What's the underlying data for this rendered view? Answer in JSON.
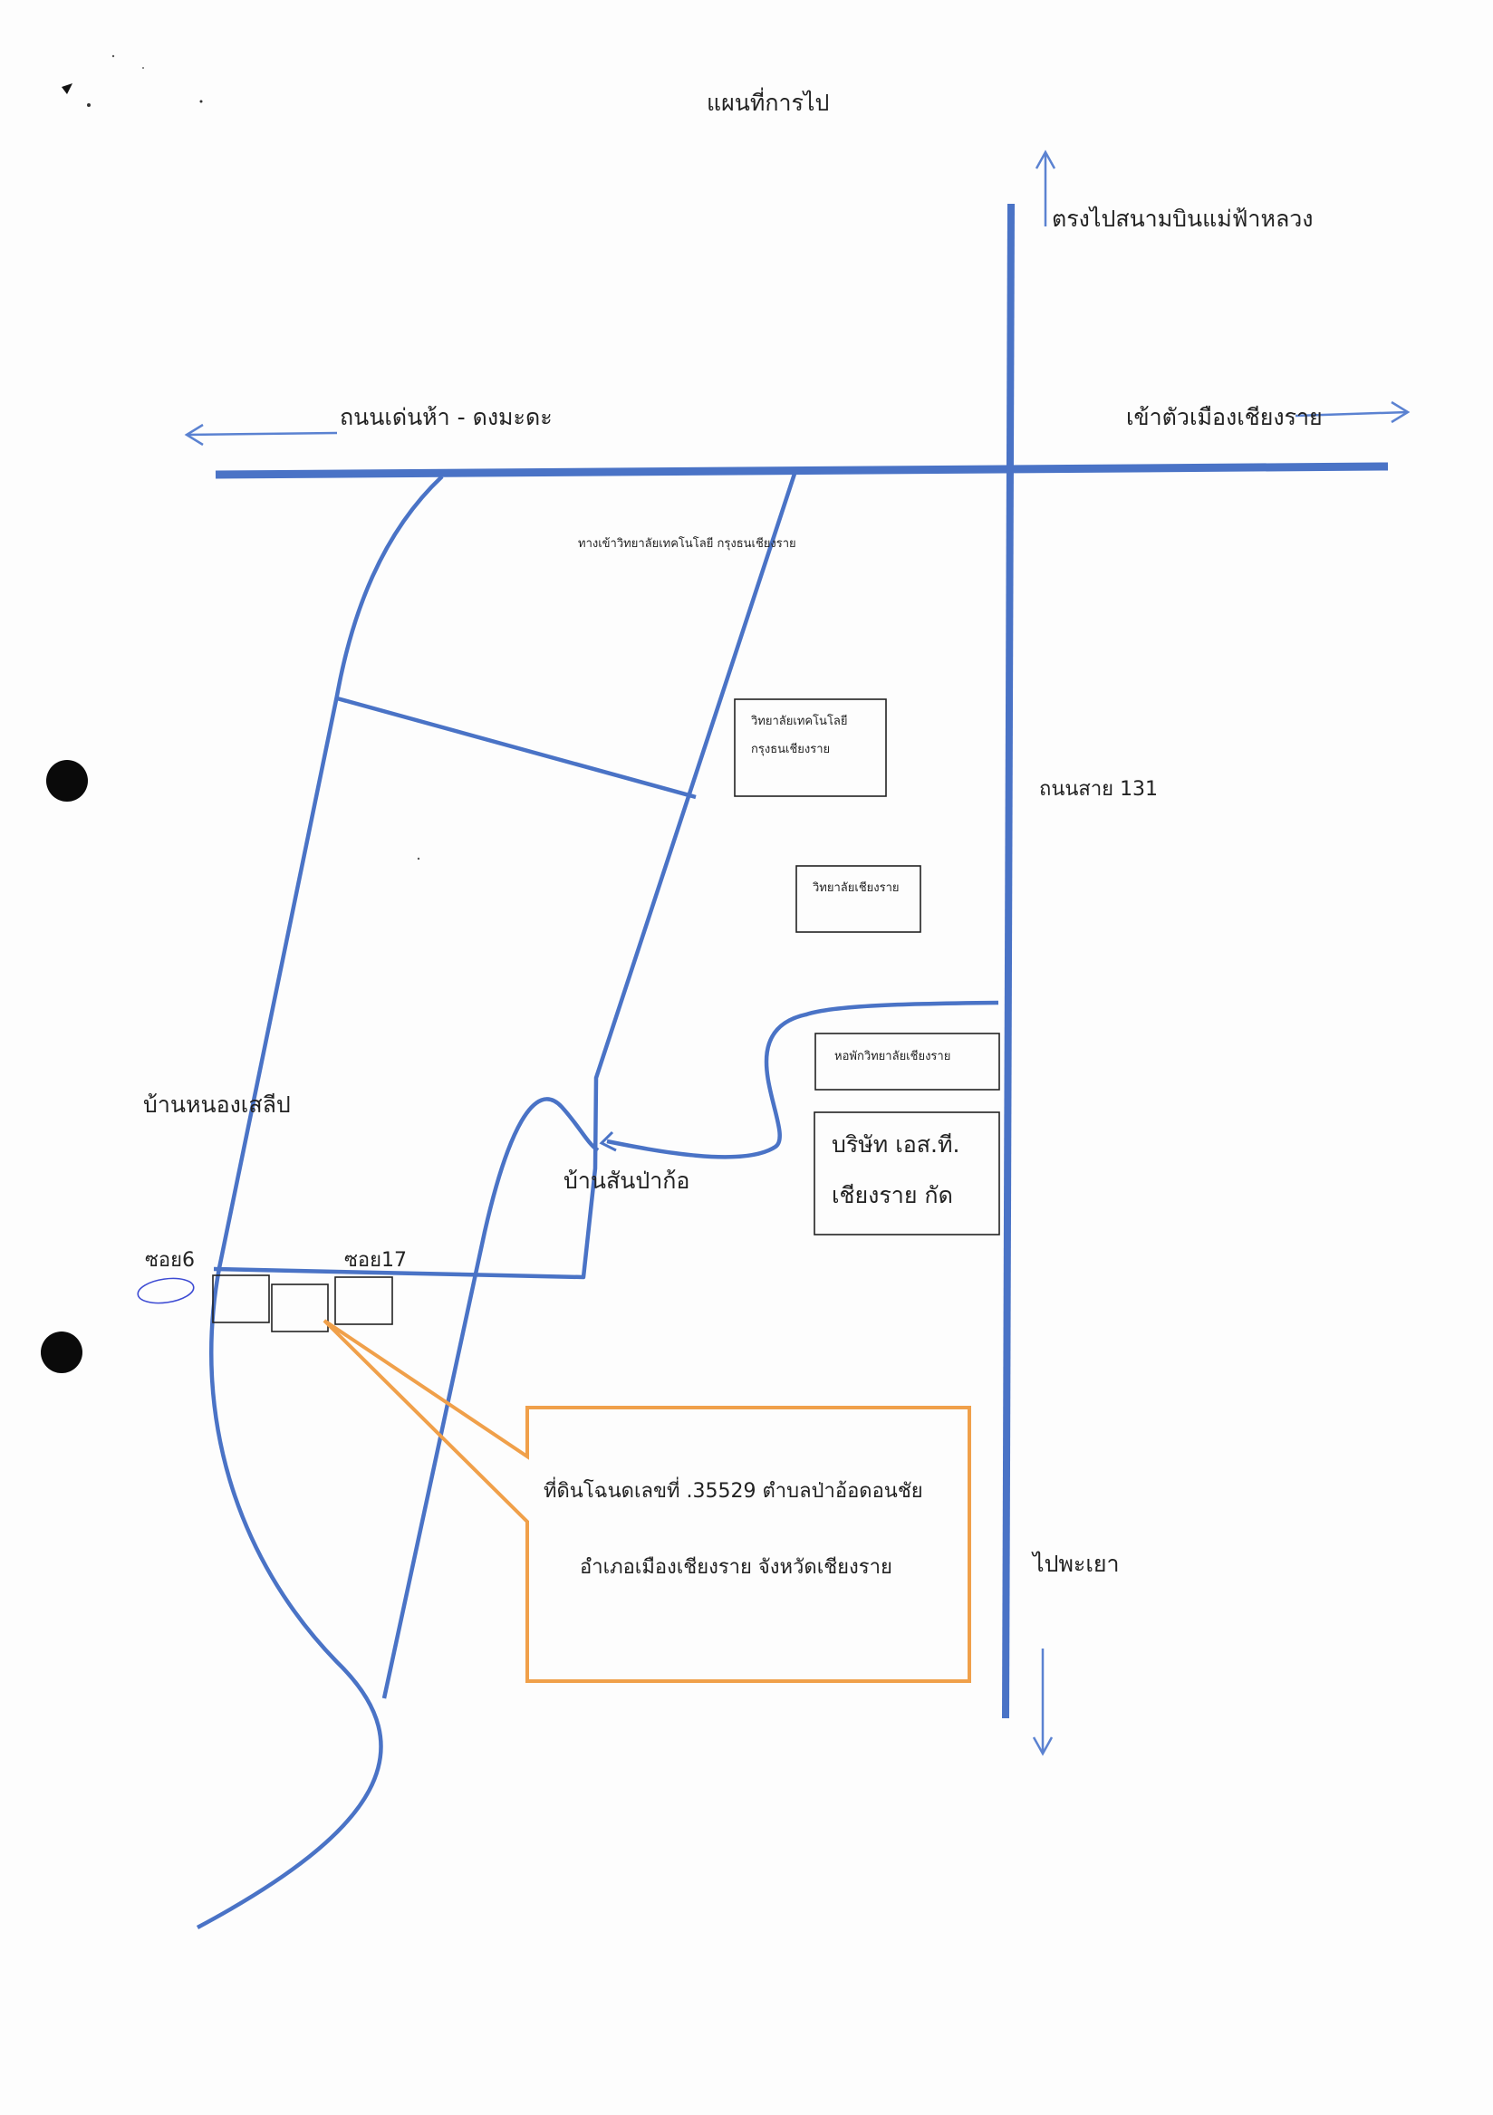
{
  "title": "แผนที่การไป",
  "roads": {
    "north_label": "ตรงไปสนามบินแม่ฟ้าหลวง",
    "west_label": "ถนนเด่นห้า  -  ดงมะดะ",
    "east_label": "เข้าตัวเมืองเชียงราย",
    "highway_label": "ถนนสาย  131",
    "south_label": "ไปพะเยา",
    "college_entrance_label": "ทางเข้าวิทยาลัยเทคโนโลยี กรุงธนเชียงราย"
  },
  "landmarks": {
    "college_tech_line1": "วิทยาลัยเทคโนโลยี",
    "college_tech_line2": "กรุงธนเชียงราย",
    "college_chiangrai": "วิทยาลัยเชียงราย",
    "dormitory": "หอพักวิทยาลัยเชียงราย",
    "company_line1": "บริษัท เอส.ที.",
    "company_line2": "เชียงราย กัด"
  },
  "villages": {
    "nong_saleb": "บ้านหนองเสลีป",
    "san_pa_ko": "บ้านสันป่าก้อ"
  },
  "soi": {
    "soi6": "ซอย6",
    "soi17": "ซอย17"
  },
  "callout": {
    "line1": "ที่ดินโฉนดเลขที่  .35529  ตำบลป่าอ้อดอนชัย",
    "line2": "อำเภอเมืองเชียงราย  จังหวัดเชียงราย"
  },
  "colors": {
    "road": "#4a73c6",
    "arrow": "#5b82d1",
    "callout_border": "#f0a04a",
    "text": "#222222"
  },
  "icons": [
    "arrow-north-icon",
    "arrow-west-icon",
    "arrow-east-icon",
    "arrow-south-icon",
    "punch-hole-icon"
  ]
}
